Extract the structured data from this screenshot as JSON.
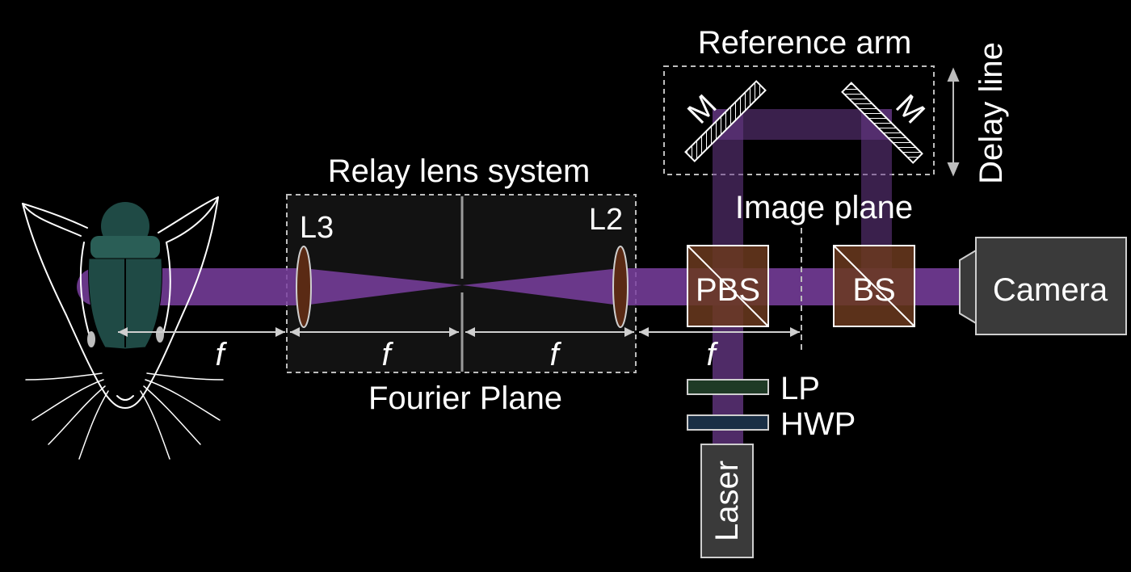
{
  "colors": {
    "background": "#000000",
    "beam": "#7a3fa0",
    "brain": "#1f4a45",
    "lens": "#5a2a14",
    "cube": "#6b3a1e",
    "lp_filter": "#1f3a26",
    "hwp_plate": "#1a2f45",
    "camera": "#3a3a3a",
    "laser": "#3a3a3a",
    "text": "#ffffff"
  },
  "labels": {
    "reference_arm": "Reference arm",
    "delay_line": "Delay line",
    "relay_lens_system": "Relay lens system",
    "image_plane": "Image plane",
    "fourier_plane": "Fourier Plane",
    "lens_l3": "L3",
    "lens_l2": "L2",
    "mirror_left": "M",
    "mirror_right": "M",
    "pbs": "PBS",
    "bs": "BS",
    "camera": "Camera",
    "lp": "LP",
    "hwp": "HWP",
    "laser": "Laser",
    "focal_1": "f",
    "focal_2": "f",
    "focal_3": "f",
    "focal_4": "f"
  },
  "icons": {
    "specimen": "mouse-head-icon",
    "mirror": "mirror-icon",
    "lens": "lens-icon"
  }
}
